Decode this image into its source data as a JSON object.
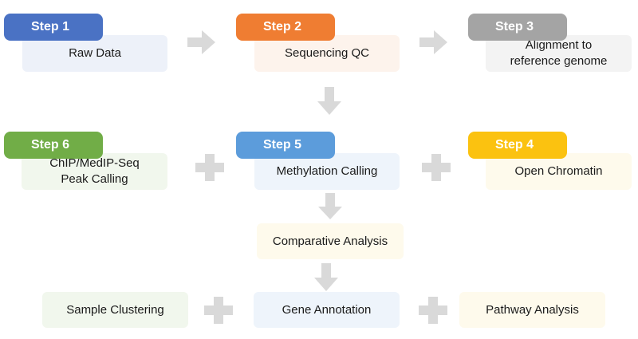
{
  "steps": [
    {
      "label": "Step 1",
      "color": "#4a72c4",
      "box": "Raw Data",
      "box_color": "#edf1f9"
    },
    {
      "label": "Step 2",
      "color": "#ef7d32",
      "box": "Sequencing QC",
      "box_color": "#fdf3ec"
    },
    {
      "label": "Step 3",
      "color": "#a4a4a4",
      "box_lines": [
        "Alignment to",
        "reference genome"
      ],
      "box_color": "#f3f3f3"
    },
    {
      "label": "Step 4",
      "color": "#fbc210",
      "box": "Open Chromatin",
      "box_color": "#fefaec"
    },
    {
      "label": "Step 5",
      "color": "#5c9cdb",
      "box": "Methylation Calling",
      "box_color": "#eef4fb"
    },
    {
      "label": "Step 6",
      "color": "#71ad47",
      "box_lines": [
        "ChIP/MedIP-Seq",
        "Peak Calling"
      ],
      "box_color": "#f1f7ed"
    }
  ],
  "analysis": {
    "comparative": "Comparative Analysis",
    "comparative_color": "#fefaec",
    "sample_clustering": "Sample Clustering",
    "sample_clustering_color": "#f1f7ed",
    "gene_annotation": "Gene Annotation",
    "gene_annotation_color": "#eef4fb",
    "pathway": "Pathway Analysis",
    "pathway_color": "#fefaec"
  },
  "connector_color": "#d9d9d9"
}
